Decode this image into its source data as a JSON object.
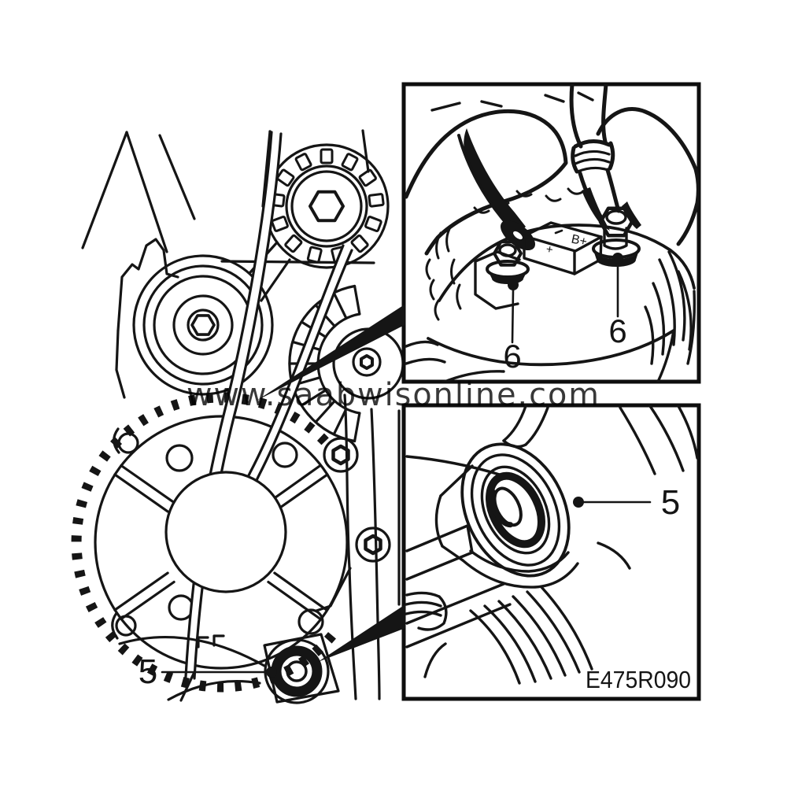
{
  "figure": {
    "watermark": "www.saabwisonline.com",
    "reference_code": "E475R090"
  },
  "callouts": {
    "main_fitting_label": "5",
    "top_left_terminal_label": "6",
    "top_right_terminal_label": "6",
    "bottom_fitting_label": "5"
  },
  "markings": {
    "terminal_block": "B+",
    "terminal_small": "+"
  },
  "colors": {
    "line": "#151515",
    "watermark_gray": "#8c8c8c",
    "background": "#ffffff",
    "box_border": "#0e0e0e"
  }
}
